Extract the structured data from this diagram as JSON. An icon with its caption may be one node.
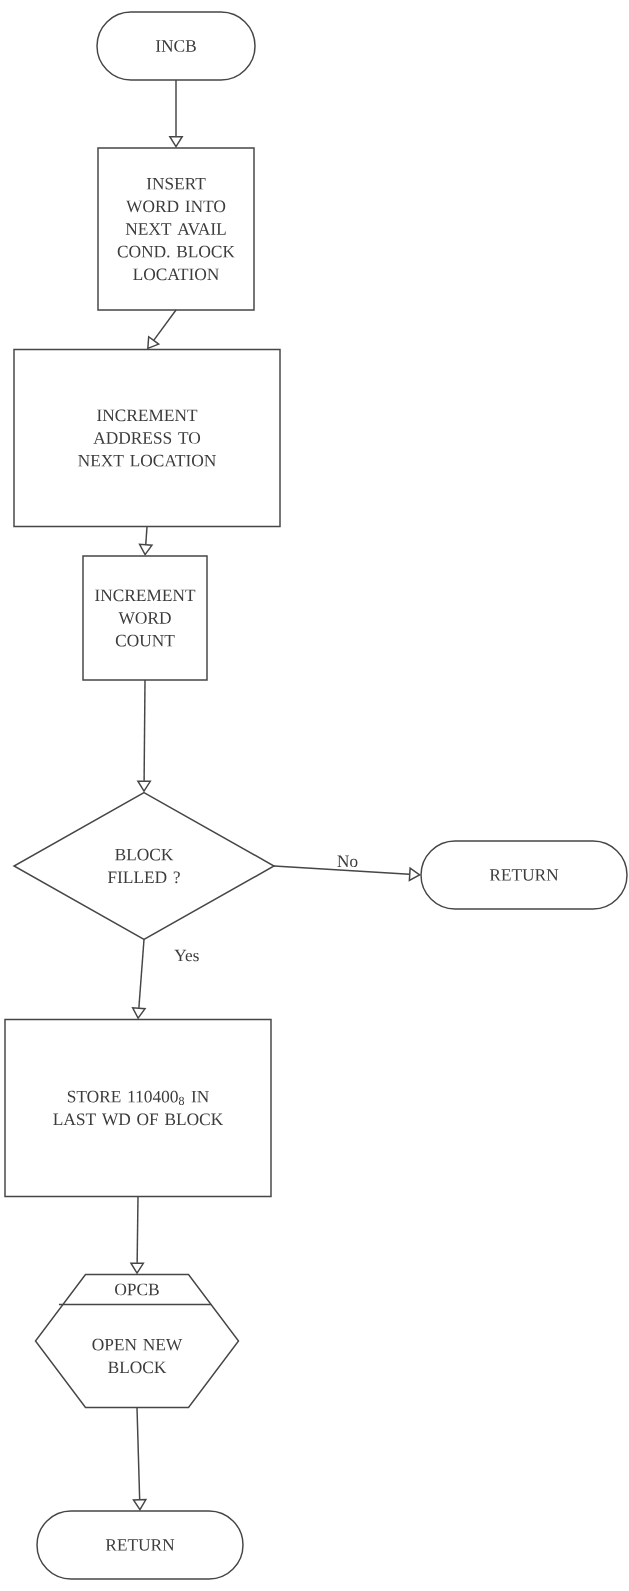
{
  "diagram": {
    "nodes": [
      {
        "text": [
          "INCB"
        ]
      },
      {
        "text": [
          "INSERT WORD INTO NEXT AVAIL COND. BLOCK LOCATION"
        ]
      },
      {
        "text": [
          "INCREMENT ADDRESS TO NEXT LOCATION"
        ]
      },
      {
        "text": [
          "INCREMENT WORD COUNT"
        ]
      },
      {
        "text": [
          "BLOCK FILLED ?"
        ]
      },
      {
        "text": [
          "RETURN"
        ]
      },
      {
        "text": [
          "STORE 110400$_{8}$ IN LAST WD OF BLOCK"
        ]
      },
      {
        "text": [
          "OPCB",
          "OPEN NEW BLOCK"
        ]
      },
      {
        "text": [
          "RETURN"
        ]
      }
    ],
    "edges": [
      {
        "from": 0,
        "to": 1,
        "arrow": "to"
      },
      {
        "from": 1,
        "to": 2,
        "arrow": "to"
      },
      {
        "from": 2,
        "to": 3,
        "arrow": "to"
      },
      {
        "from": 3,
        "to": 4,
        "arrow": "to"
      },
      {
        "from": 4,
        "to": 5,
        "arrow": "to",
        "label": "No"
      },
      {
        "from": 4,
        "to": 6,
        "arrow": "to",
        "label": "Yes"
      },
      {
        "from": 6,
        "to": 7,
        "arrow": "to"
      },
      {
        "from": 7,
        "to": 8,
        "arrow": "to"
      }
    ]
  }
}
